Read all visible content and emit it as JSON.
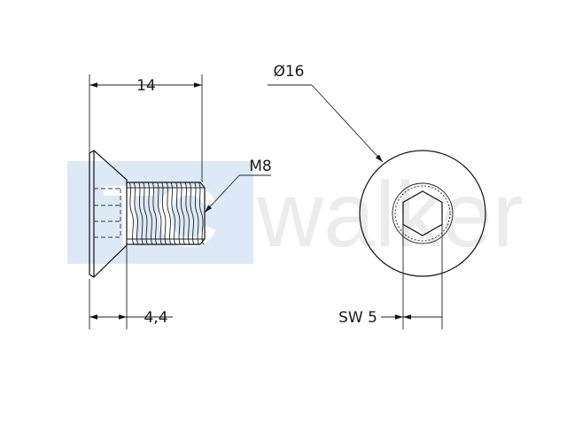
{
  "watermark": {
    "logo_box_text": "TC",
    "brand_text": "walker",
    "box_color": "#dde9f6",
    "text_color": "#eeeeee"
  },
  "dimensions": {
    "length": "14",
    "thread": "M8",
    "head_height": "4,4",
    "head_diameter": "Ø16",
    "socket_size": "SW 5"
  },
  "colors": {
    "line": "#111111",
    "background": "#ffffff"
  }
}
